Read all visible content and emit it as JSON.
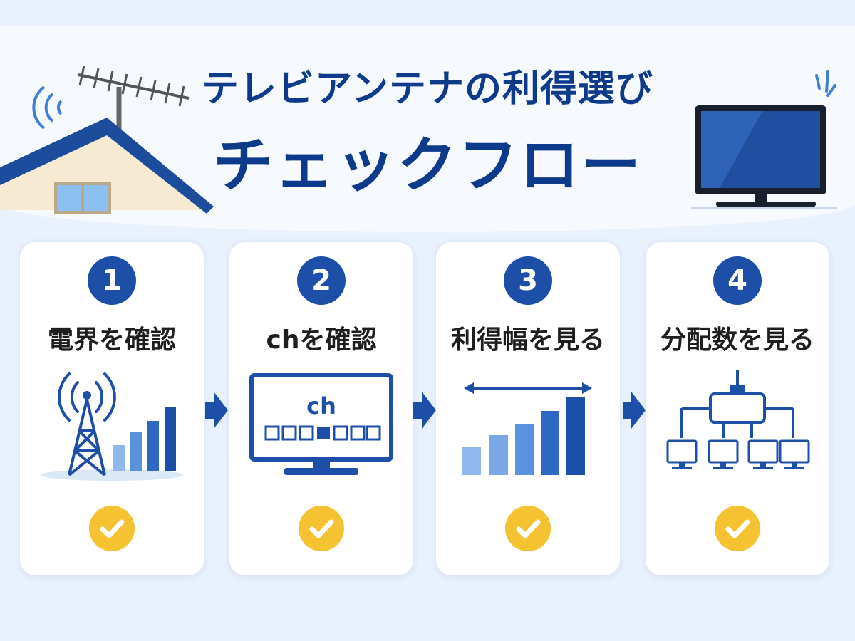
{
  "title": {
    "line1": "テレビアンテナの利得選び",
    "line2": "チェックフロー"
  },
  "steps": [
    {
      "number": "1",
      "label": "電界を確認"
    },
    {
      "number": "2",
      "label": "chを確認"
    },
    {
      "number": "3",
      "label": "利得幅を見る"
    },
    {
      "number": "4",
      "label": "分配数を見る"
    }
  ],
  "channel_icon": {
    "text": "ch"
  },
  "colors": {
    "primary": "#1d4fa8",
    "title": "#0e3a8c",
    "check": "#f5c232",
    "light_bar": "#8fb8ec"
  }
}
